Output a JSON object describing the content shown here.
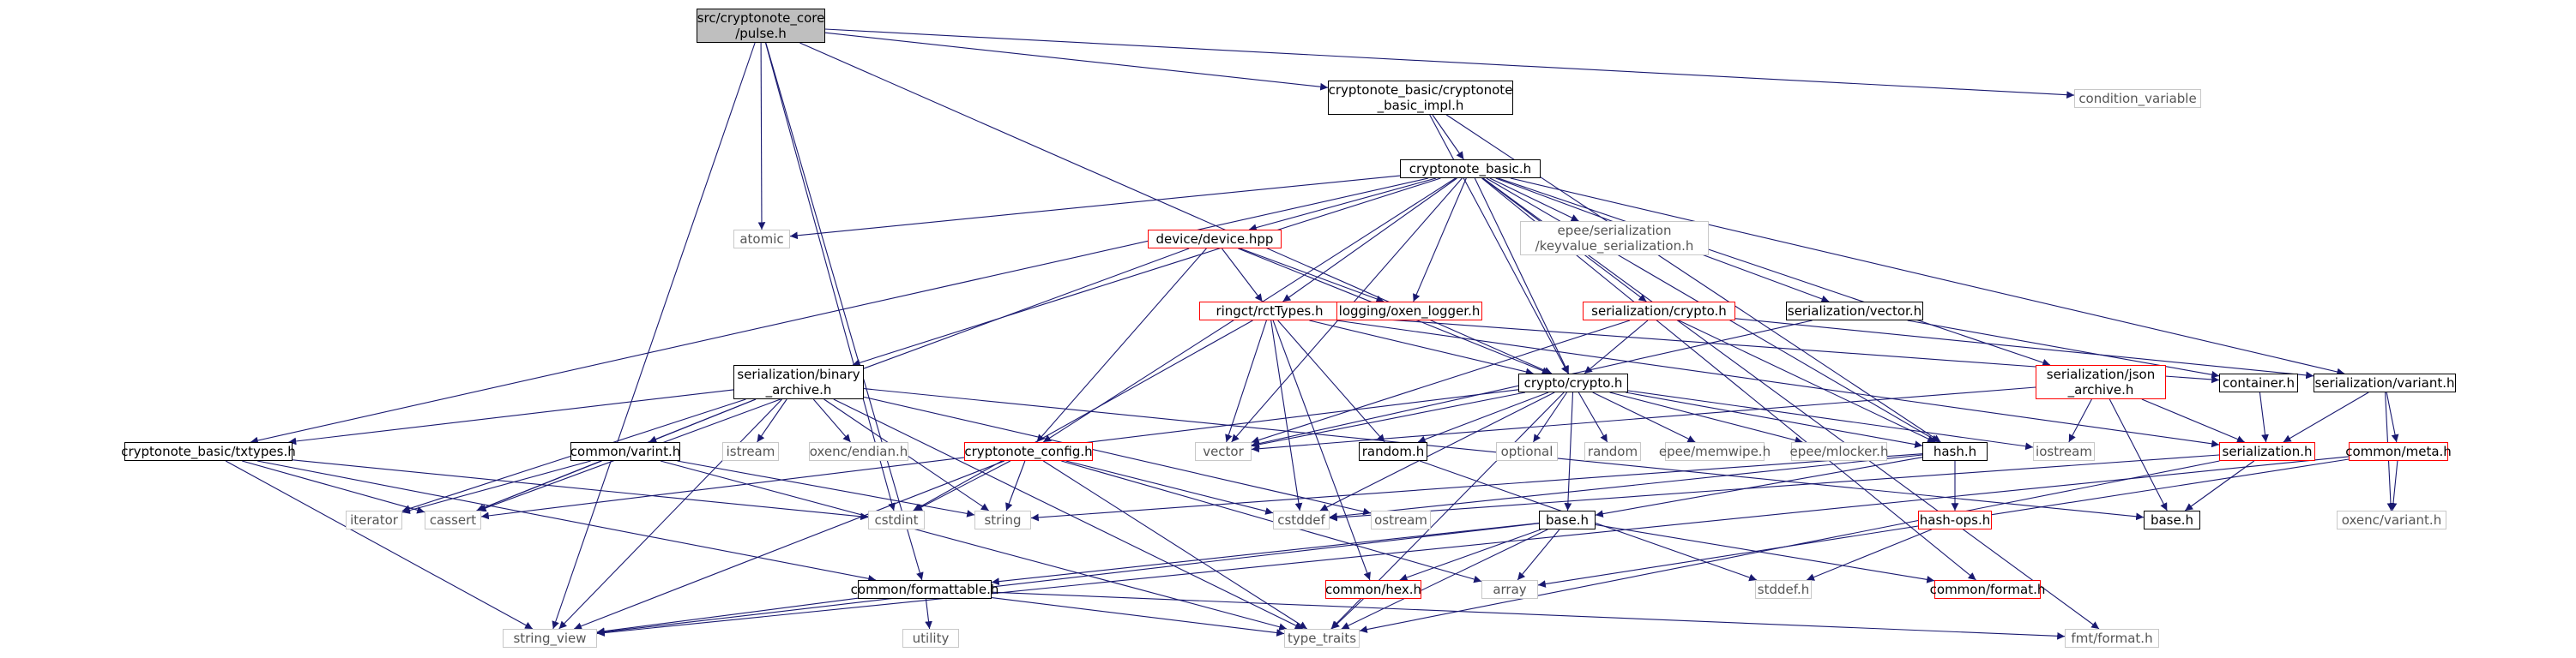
{
  "diagram": {
    "type": "include-dependency-graph",
    "colors": {
      "edge": "#191970",
      "root_fill": "#bfbfbf",
      "documented_border": "#000000",
      "undocumented_border": "#ff0000",
      "external_border": "#c8c8c8",
      "external_text": "#555555"
    },
    "nodes": [
      {
        "id": "pulse",
        "label": "src/cryptonote_core\n/pulse.h",
        "kind": "root"
      },
      {
        "id": "cbi",
        "label": "cryptonote_basic/cryptonote\n_basic_impl.h",
        "kind": "doc"
      },
      {
        "id": "condvar",
        "label": "condition_variable",
        "kind": "ext"
      },
      {
        "id": "cb",
        "label": "cryptonote_basic.h",
        "kind": "doc"
      },
      {
        "id": "atomic",
        "label": "atomic",
        "kind": "ext"
      },
      {
        "id": "device",
        "label": "device/device.hpp",
        "kind": "red"
      },
      {
        "id": "kvser",
        "label": "epee/serialization\n/keyvalue_serialization.h",
        "kind": "ext"
      },
      {
        "id": "rct",
        "label": "ringct/rctTypes.h",
        "kind": "red"
      },
      {
        "id": "logger",
        "label": "logging/oxen_logger.h",
        "kind": "red"
      },
      {
        "id": "sercrypto",
        "label": "serialization/crypto.h",
        "kind": "red"
      },
      {
        "id": "servector",
        "label": "serialization/vector.h",
        "kind": "doc"
      },
      {
        "id": "binarch",
        "label": "serialization/binary\n_archive.h",
        "kind": "doc"
      },
      {
        "id": "crypto",
        "label": "crypto/crypto.h",
        "kind": "doc"
      },
      {
        "id": "jsonarch",
        "label": "serialization/json\n_archive.h",
        "kind": "red"
      },
      {
        "id": "container",
        "label": "container.h",
        "kind": "doc"
      },
      {
        "id": "servariant",
        "label": "serialization/variant.h",
        "kind": "doc"
      },
      {
        "id": "txtypes",
        "label": "cryptonote_basic/txtypes.h",
        "kind": "doc"
      },
      {
        "id": "varint",
        "label": "common/varint.h",
        "kind": "doc"
      },
      {
        "id": "istream",
        "label": "istream",
        "kind": "ext"
      },
      {
        "id": "endian",
        "label": "oxenc/endian.h",
        "kind": "ext"
      },
      {
        "id": "config",
        "label": "cryptonote_config.h",
        "kind": "red"
      },
      {
        "id": "vector",
        "label": "vector",
        "kind": "ext"
      },
      {
        "id": "random_h",
        "label": "random.h",
        "kind": "doc"
      },
      {
        "id": "optional",
        "label": "optional",
        "kind": "ext"
      },
      {
        "id": "random",
        "label": "random",
        "kind": "ext"
      },
      {
        "id": "memwipe",
        "label": "epee/memwipe.h",
        "kind": "ext"
      },
      {
        "id": "mlocker",
        "label": "epee/mlocker.h",
        "kind": "ext"
      },
      {
        "id": "hash",
        "label": "hash.h",
        "kind": "doc"
      },
      {
        "id": "iostream",
        "label": "iostream",
        "kind": "ext"
      },
      {
        "id": "serialization",
        "label": "serialization.h",
        "kind": "red"
      },
      {
        "id": "meta",
        "label": "common/meta.h",
        "kind": "red"
      },
      {
        "id": "iterator",
        "label": "iterator",
        "kind": "ext"
      },
      {
        "id": "cassert",
        "label": "cassert",
        "kind": "ext"
      },
      {
        "id": "cstdint",
        "label": "cstdint",
        "kind": "ext"
      },
      {
        "id": "string",
        "label": "string",
        "kind": "ext"
      },
      {
        "id": "cstddef",
        "label": "cstddef",
        "kind": "ext"
      },
      {
        "id": "ostream",
        "label": "ostream",
        "kind": "ext"
      },
      {
        "id": "hashops",
        "label": "hash-ops.h",
        "kind": "red"
      },
      {
        "id": "base_sys",
        "label": "base.h",
        "kind": "doc"
      },
      {
        "id": "base_mid",
        "label": "base.h",
        "kind": "doc"
      },
      {
        "id": "oxvariant",
        "label": "oxenc/variant.h",
        "kind": "ext"
      },
      {
        "id": "formattable",
        "label": "common/formattable.h",
        "kind": "doc"
      },
      {
        "id": "hex",
        "label": "common/hex.h",
        "kind": "red"
      },
      {
        "id": "array",
        "label": "array",
        "kind": "ext"
      },
      {
        "id": "stddef",
        "label": "stddef.h",
        "kind": "ext"
      },
      {
        "id": "format",
        "label": "common/format.h",
        "kind": "red"
      },
      {
        "id": "utility",
        "label": "utility",
        "kind": "ext"
      },
      {
        "id": "stringview",
        "label": "string_view",
        "kind": "ext"
      },
      {
        "id": "typetraits",
        "label": "type_traits",
        "kind": "ext"
      },
      {
        "id": "fmtformat",
        "label": "fmt/format.h",
        "kind": "ext"
      }
    ],
    "edges": [
      [
        "pulse",
        "cbi"
      ],
      [
        "pulse",
        "condvar"
      ],
      [
        "pulse",
        "atomic"
      ],
      [
        "pulse",
        "crypto"
      ],
      [
        "pulse",
        "cstdint"
      ],
      [
        "pulse",
        "formattable"
      ],
      [
        "pulse",
        "stringview"
      ],
      [
        "cbi",
        "cb"
      ],
      [
        "cbi",
        "crypto"
      ],
      [
        "cbi",
        "hash"
      ],
      [
        "cb",
        "atomic"
      ],
      [
        "cb",
        "device"
      ],
      [
        "cb",
        "kvser"
      ],
      [
        "cb",
        "rct"
      ],
      [
        "cb",
        "logger"
      ],
      [
        "cb",
        "sercrypto"
      ],
      [
        "cb",
        "servector"
      ],
      [
        "cb",
        "binarch"
      ],
      [
        "cb",
        "crypto"
      ],
      [
        "cb",
        "jsonarch"
      ],
      [
        "cb",
        "servariant"
      ],
      [
        "cb",
        "txtypes"
      ],
      [
        "cb",
        "config"
      ],
      [
        "cb",
        "vector"
      ],
      [
        "cb",
        "hash"
      ],
      [
        "cb",
        "format"
      ],
      [
        "cb",
        "fmtformat"
      ],
      [
        "device",
        "rct"
      ],
      [
        "device",
        "logger"
      ],
      [
        "device",
        "crypto"
      ],
      [
        "device",
        "config"
      ],
      [
        "device",
        "cassert"
      ],
      [
        "rct",
        "crypto"
      ],
      [
        "rct",
        "vector"
      ],
      [
        "rct",
        "random_h"
      ],
      [
        "rct",
        "cstdint"
      ],
      [
        "rct",
        "cstddef"
      ],
      [
        "rct",
        "hex"
      ],
      [
        "rct",
        "serialization"
      ],
      [
        "rct",
        "container"
      ],
      [
        "sercrypto",
        "crypto"
      ],
      [
        "sercrypto",
        "vector"
      ],
      [
        "sercrypto",
        "hash"
      ],
      [
        "sercrypto",
        "servariant"
      ],
      [
        "servector",
        "vector"
      ],
      [
        "servector",
        "container"
      ],
      [
        "binarch",
        "txtypes"
      ],
      [
        "binarch",
        "varint"
      ],
      [
        "binarch",
        "istream"
      ],
      [
        "binarch",
        "endian"
      ],
      [
        "binarch",
        "iterator"
      ],
      [
        "binarch",
        "cassert"
      ],
      [
        "binarch",
        "string"
      ],
      [
        "binarch",
        "ostream"
      ],
      [
        "binarch",
        "typetraits"
      ],
      [
        "binarch",
        "stringview"
      ],
      [
        "binarch",
        "base_sys"
      ],
      [
        "crypto",
        "vector"
      ],
      [
        "crypto",
        "random_h"
      ],
      [
        "crypto",
        "optional"
      ],
      [
        "crypto",
        "random"
      ],
      [
        "crypto",
        "memwipe"
      ],
      [
        "crypto",
        "mlocker"
      ],
      [
        "crypto",
        "hash"
      ],
      [
        "crypto",
        "iostream"
      ],
      [
        "crypto",
        "cstddef"
      ],
      [
        "crypto",
        "base_mid"
      ],
      [
        "crypto",
        "typetraits"
      ],
      [
        "crypto",
        "cassert"
      ],
      [
        "jsonarch",
        "vector"
      ],
      [
        "jsonarch",
        "iostream"
      ],
      [
        "jsonarch",
        "serialization"
      ],
      [
        "jsonarch",
        "base_sys"
      ],
      [
        "container",
        "serialization"
      ],
      [
        "servariant",
        "serialization"
      ],
      [
        "servariant",
        "meta"
      ],
      [
        "servariant",
        "oxvariant"
      ],
      [
        "txtypes",
        "cassert"
      ],
      [
        "txtypes",
        "cstdint"
      ],
      [
        "txtypes",
        "formattable"
      ],
      [
        "txtypes",
        "stringview"
      ],
      [
        "varint",
        "iterator"
      ],
      [
        "varint",
        "cassert"
      ],
      [
        "varint",
        "string"
      ],
      [
        "varint",
        "typetraits"
      ],
      [
        "config",
        "cstdint"
      ],
      [
        "config",
        "string"
      ],
      [
        "config",
        "cstddef"
      ],
      [
        "config",
        "array"
      ],
      [
        "config",
        "stringview"
      ],
      [
        "config",
        "typetraits"
      ],
      [
        "random_h",
        "stddef"
      ],
      [
        "hash",
        "cstddef"
      ],
      [
        "hash",
        "hashops"
      ],
      [
        "hash",
        "base_mid"
      ],
      [
        "hash",
        "string"
      ],
      [
        "serialization",
        "base_sys"
      ],
      [
        "serialization",
        "typetraits"
      ],
      [
        "serialization",
        "cstddef"
      ],
      [
        "meta",
        "oxvariant"
      ],
      [
        "meta",
        "array"
      ],
      [
        "meta",
        "stringview"
      ],
      [
        "hashops",
        "stddef"
      ],
      [
        "base_mid",
        "formattable"
      ],
      [
        "base_mid",
        "hex"
      ],
      [
        "base_mid",
        "array"
      ],
      [
        "base_mid",
        "format"
      ],
      [
        "base_mid",
        "typetraits"
      ],
      [
        "base_mid",
        "stringview"
      ],
      [
        "formattable",
        "utility"
      ],
      [
        "formattable",
        "stringview"
      ],
      [
        "formattable",
        "typetraits"
      ],
      [
        "formattable",
        "fmtformat"
      ],
      [
        "hex",
        "typetraits"
      ]
    ]
  }
}
